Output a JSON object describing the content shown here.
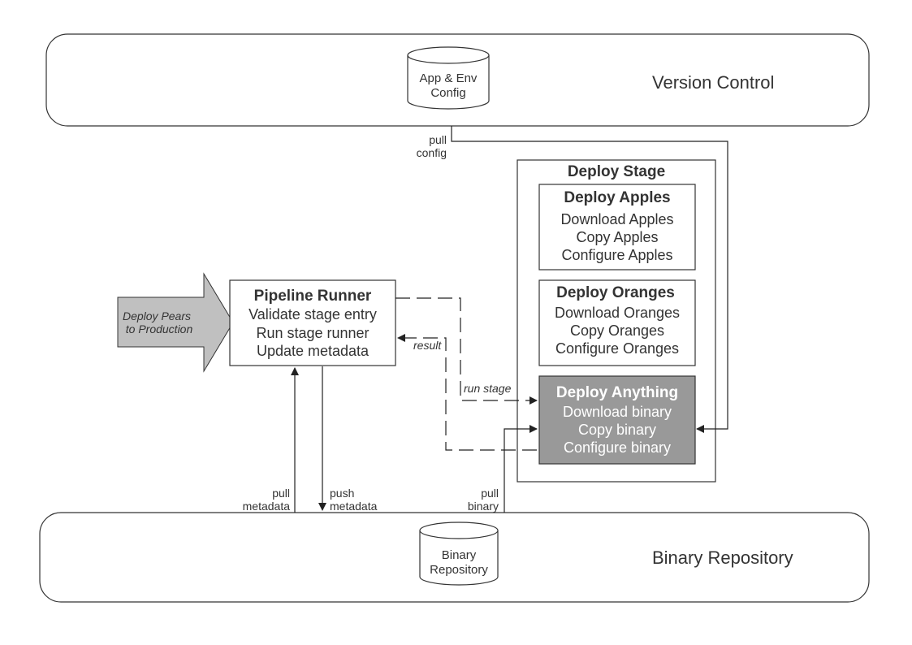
{
  "lanes": {
    "version_control": {
      "label": "Version Control"
    },
    "binary_repository": {
      "label": "Binary Repository"
    }
  },
  "stores": {
    "app_env_config": {
      "line1": "App & Env",
      "line2": "Config"
    },
    "binary_repository": {
      "line1": "Binary",
      "line2": "Repository"
    }
  },
  "trigger": {
    "line1": "Deploy Pears",
    "line2": "to Production"
  },
  "pipeline_runner": {
    "title": "Pipeline Runner",
    "steps": [
      "Validate stage entry",
      "Run stage runner",
      "Update metadata"
    ]
  },
  "deploy_stage": {
    "title": "Deploy Stage",
    "apples": {
      "title": "Deploy Apples",
      "steps": [
        "Download Apples",
        "Copy Apples",
        "Configure Apples"
      ]
    },
    "oranges": {
      "title": "Deploy Oranges",
      "steps": [
        "Download Oranges",
        "Copy Oranges",
        "Configure Oranges"
      ]
    },
    "anything": {
      "title": "Deploy Anything",
      "steps": [
        "Download binary",
        "Copy binary",
        "Configure binary"
      ]
    }
  },
  "edges": {
    "pull_config": {
      "line1": "pull",
      "line2": "config"
    },
    "pull_metadata": {
      "line1": "pull",
      "line2": "metadata"
    },
    "push_metadata": {
      "line1": "push",
      "line2": "metadata"
    },
    "pull_binary": {
      "line1": "pull",
      "line2": "binary"
    },
    "run_stage": {
      "label": "run stage"
    },
    "result": {
      "label": "result"
    }
  },
  "colors": {
    "stroke": "#333333",
    "highlight_fill": "#999999",
    "arrow_fill": "#c0c0c0"
  }
}
